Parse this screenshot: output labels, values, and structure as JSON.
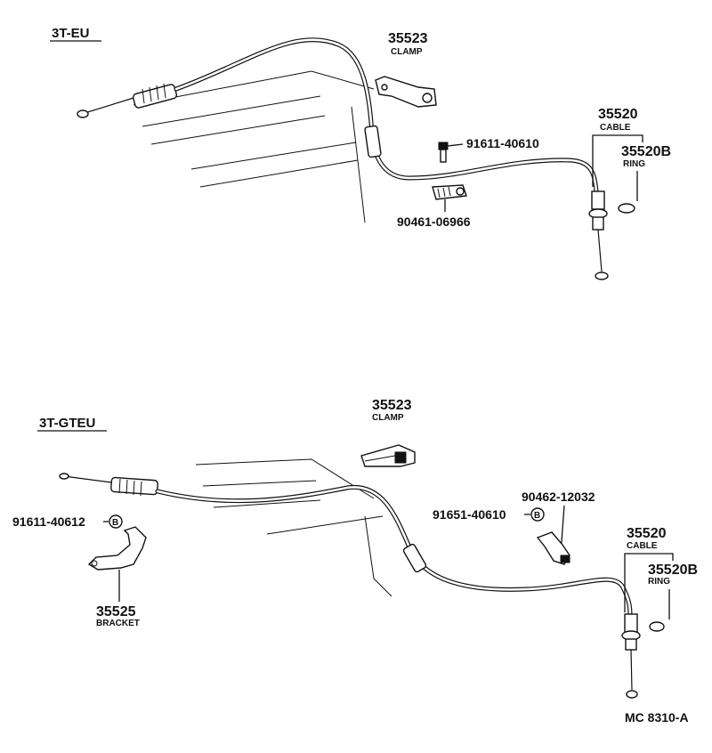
{
  "sections": {
    "top": "3T-EU",
    "bottom": "3T-GTEU"
  },
  "top": {
    "clamp_pn": "35523",
    "clamp_name": "CLAMP",
    "cable_pn": "35520",
    "cable_name": "CABLE",
    "ring_pn": "35520B",
    "ring_name": "RING",
    "bolt_pn": "91611-40610",
    "clip_pn": "90461-06966"
  },
  "bottom": {
    "clamp_pn": "35523",
    "clamp_name": "CLAMP",
    "bolt1_pn": "91611-40612",
    "bracket_pn": "35525",
    "bracket_name": "BRACKET",
    "clip_pn": "90462-12032",
    "bolt2_pn": "91651-40610",
    "cable_pn": "35520",
    "cable_name": "CABLE",
    "ring_pn": "35520B",
    "ring_name": "RING",
    "marker": "B"
  },
  "footer": {
    "code": "MC  8310-A"
  }
}
